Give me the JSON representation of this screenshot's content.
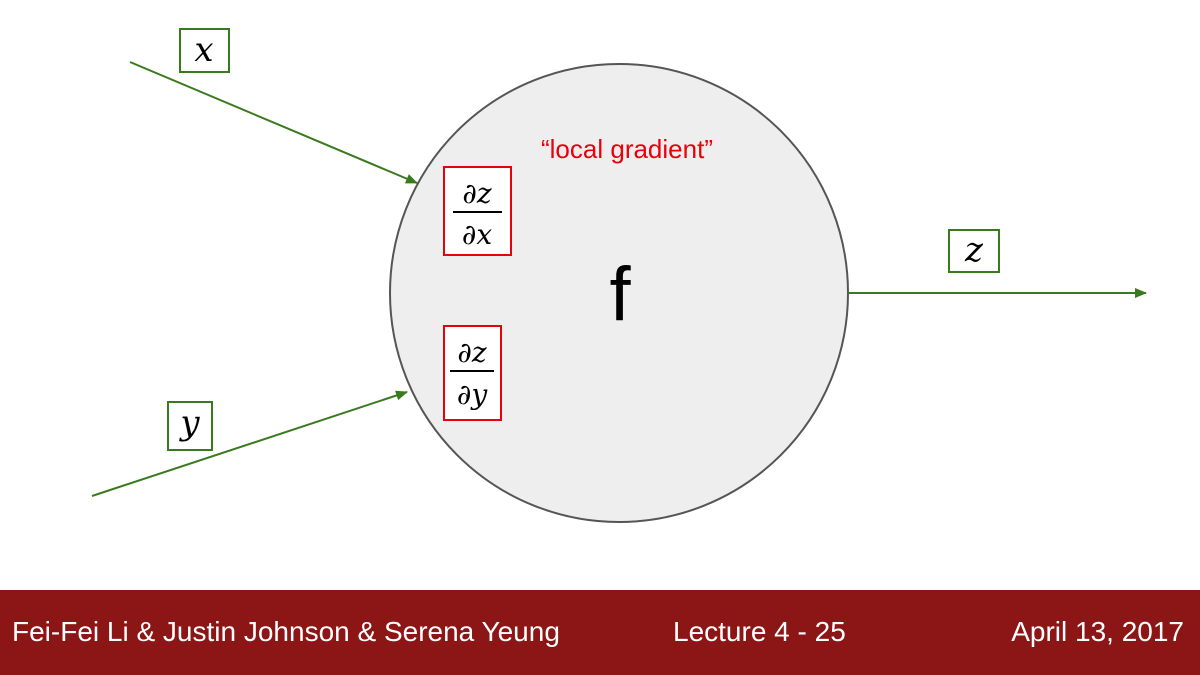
{
  "diagram": {
    "inputs": [
      {
        "var": "x"
      },
      {
        "var": "y"
      }
    ],
    "node": {
      "function": "f",
      "annotation": "“local gradient”"
    },
    "local_gradients": [
      {
        "numerator": "∂z",
        "denominator": "∂x"
      },
      {
        "numerator": "∂z",
        "denominator": "∂y"
      }
    ],
    "output": {
      "var": "z"
    },
    "colors": {
      "edge": "#3a7a1e",
      "gradient_box": "#e8000d",
      "annotation": "#e8000d",
      "node_fill": "#eeeeee",
      "node_stroke": "#555555"
    }
  },
  "footer": {
    "authors": "Fei-Fei Li & Justin Johnson & Serena Yeung",
    "lecture": "Lecture 4 - 25",
    "date": "April 13, 2017",
    "background": "#8c1515"
  }
}
